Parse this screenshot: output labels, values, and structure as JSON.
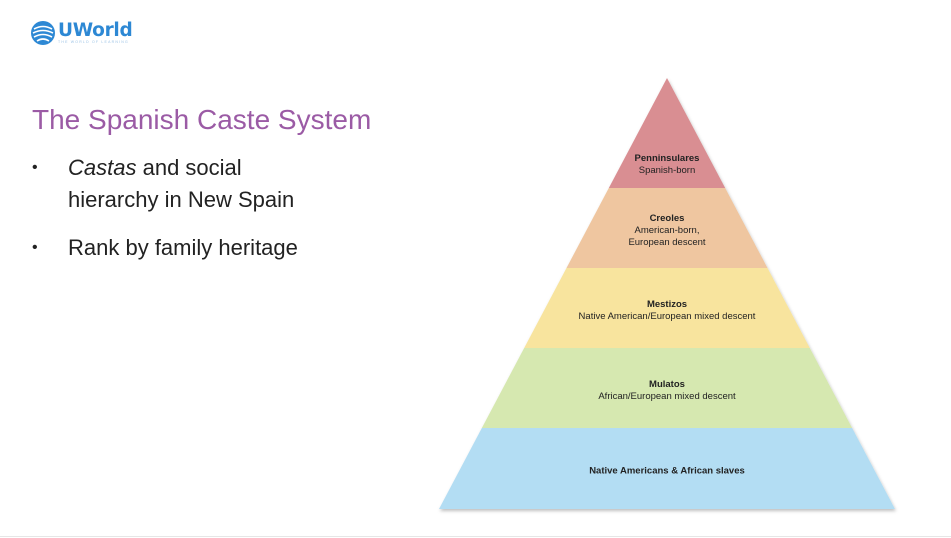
{
  "logo": {
    "word": "UWorld",
    "tagline": "THE WORLD OF LEARNING",
    "brand_color": "#2d88d4"
  },
  "slide": {
    "title": "The Spanish Caste System",
    "bullets": [
      {
        "italic": "Castas",
        "line1_rest": " and social",
        "line2": "hierarchy in New Spain"
      },
      {
        "text": "Rank by family heritage"
      }
    ]
  },
  "pyramid": {
    "tiers": [
      {
        "name": "Penninsulares",
        "desc": [
          "Spanish-born"
        ],
        "color": "#d98e92"
      },
      {
        "name": "Creoles",
        "desc": [
          "American-born,",
          "European descent"
        ],
        "color": "#efc6a0"
      },
      {
        "name": "Mestizos",
        "desc": [
          "Native American/European mixed descent"
        ],
        "color": "#f8e49e"
      },
      {
        "name": "Mulatos",
        "desc": [
          "African/European mixed descent"
        ],
        "color": "#d6e8b0"
      },
      {
        "name": "Native Americans & African slaves",
        "desc": [],
        "color": "#b3ddf3"
      }
    ]
  }
}
